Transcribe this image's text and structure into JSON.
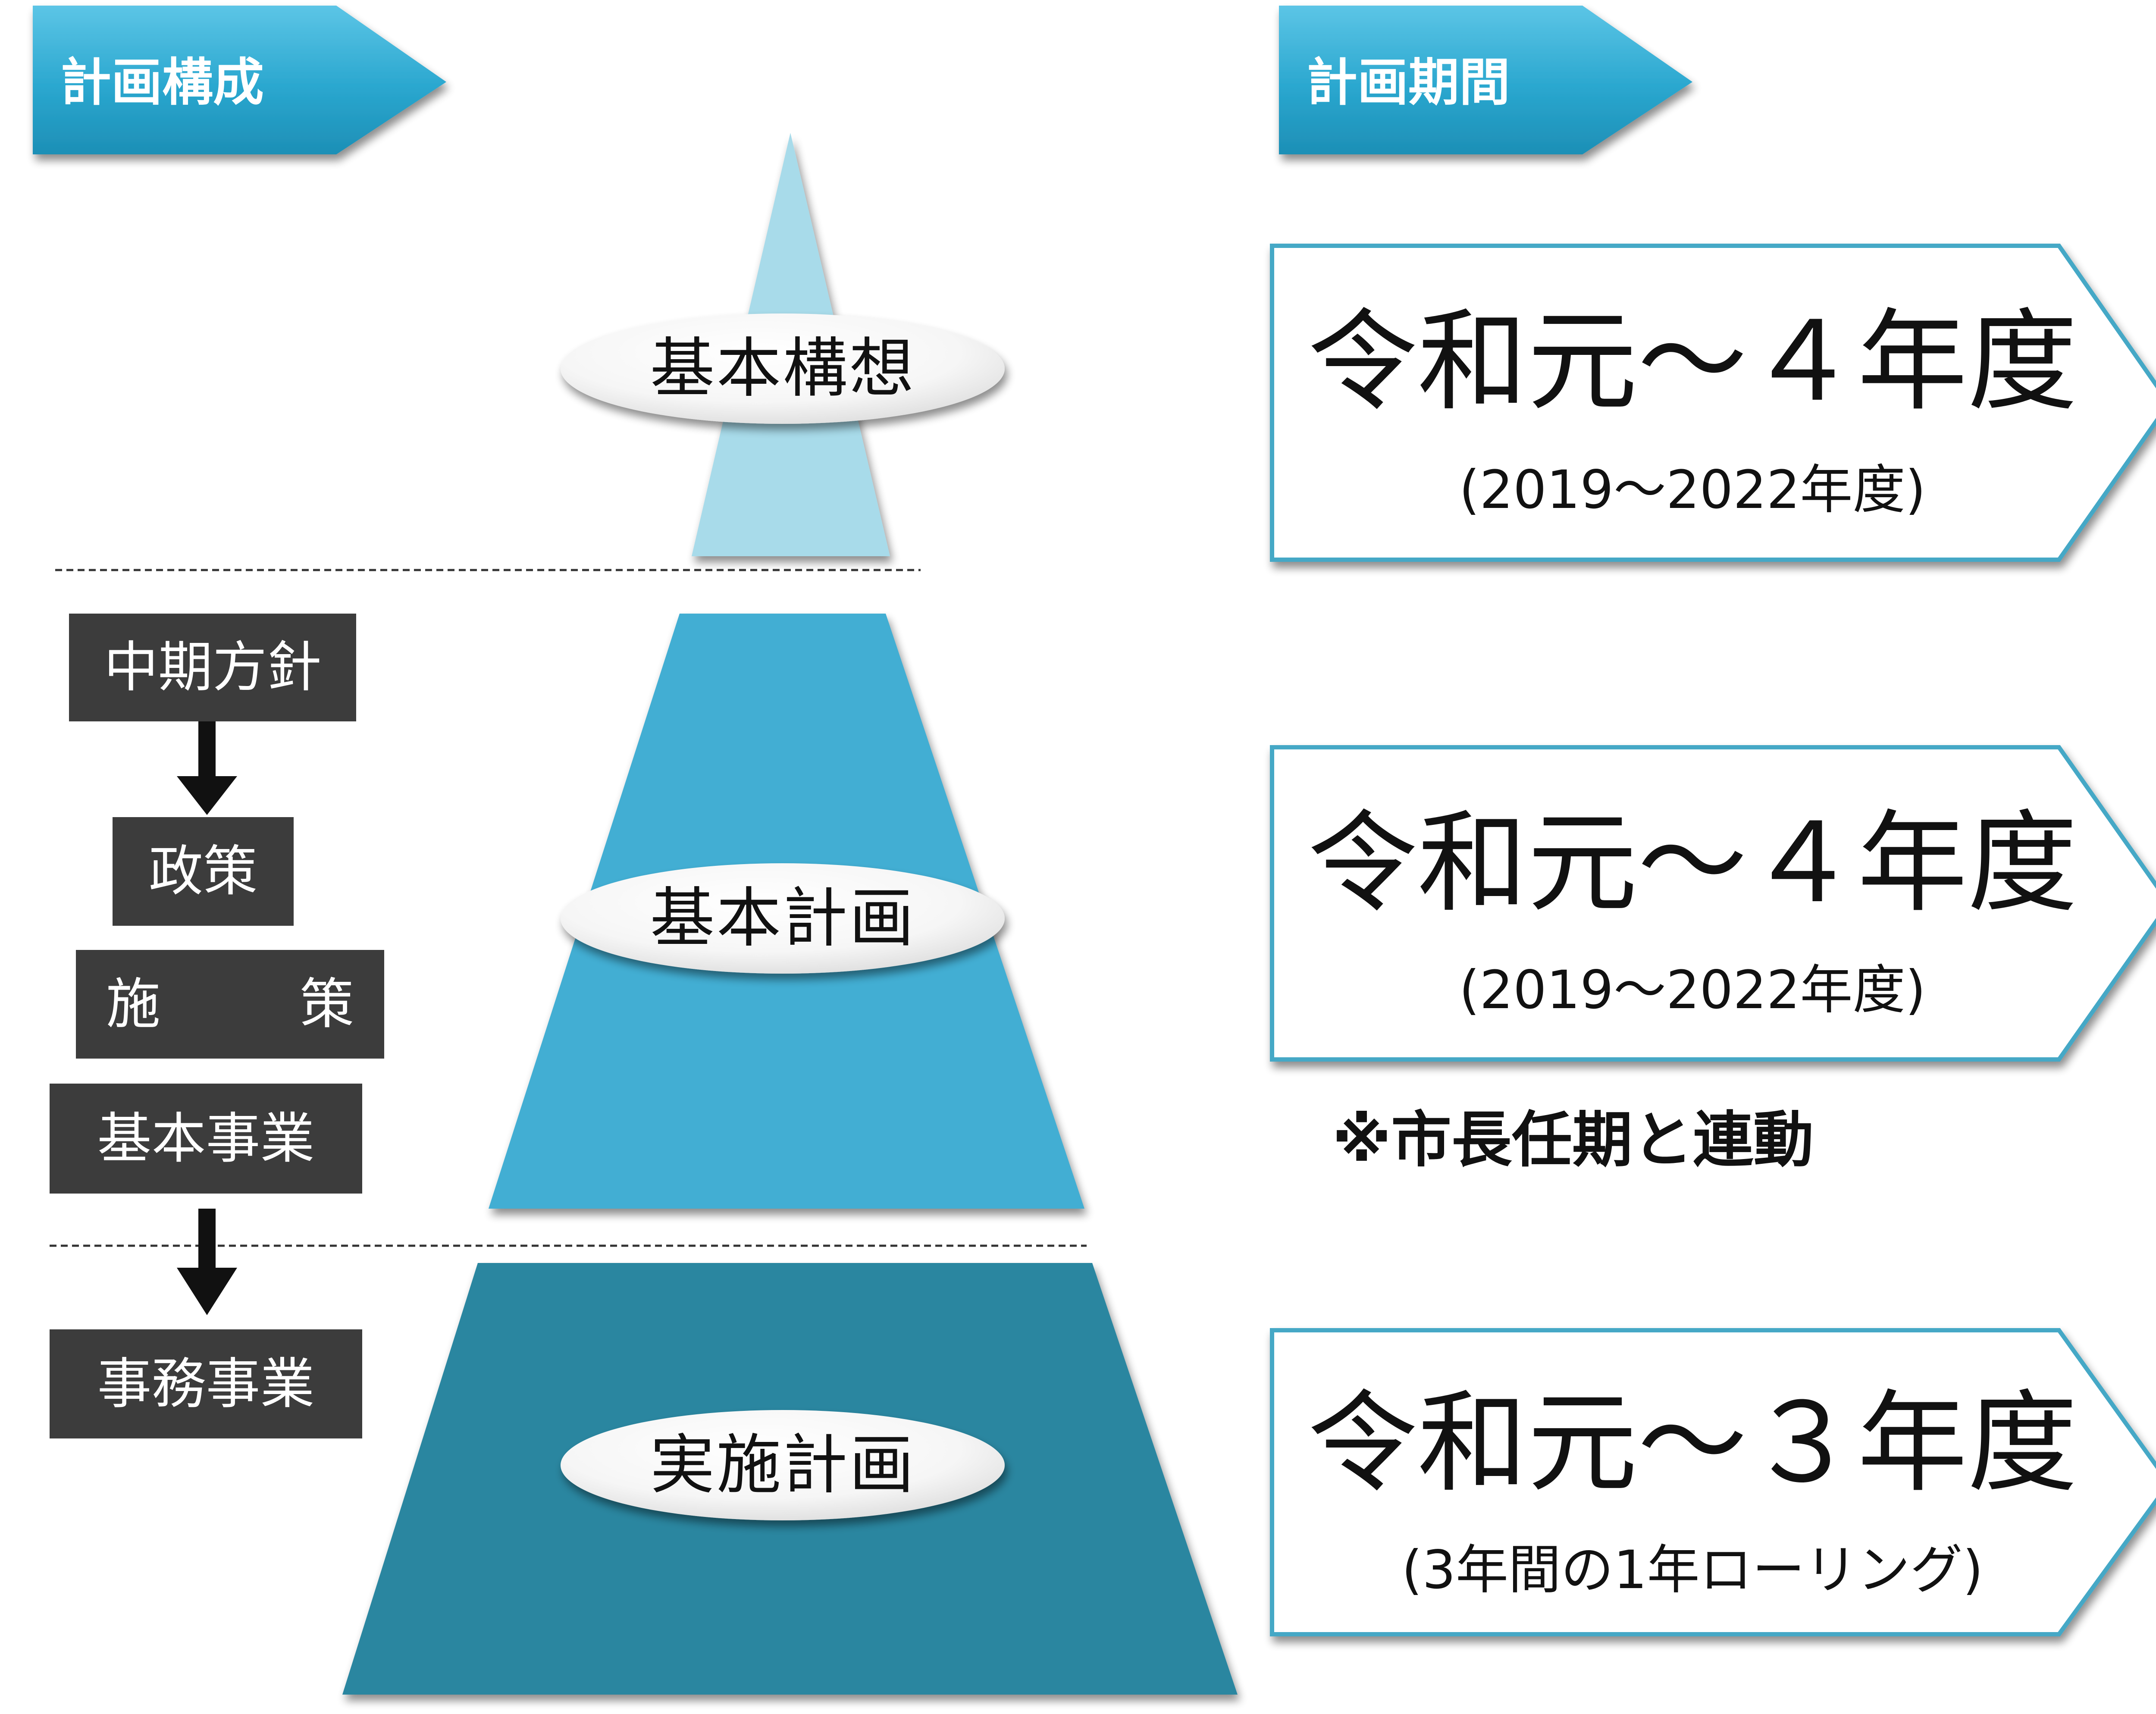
{
  "headers": {
    "structure": "計画構成",
    "period": "計画期間"
  },
  "tiers": [
    {
      "label": "基本構想",
      "color": "#a8dbea"
    },
    {
      "label": "基本計画",
      "color": "#42aed3"
    },
    {
      "label": "実施計画",
      "color": "#2b86a0"
    }
  ],
  "left_boxes": {
    "mid_policy": "中期方針",
    "policy": "政策",
    "measure_a": "施",
    "measure_b": "策",
    "basic_project": "基本事業",
    "admin_project": "事務事業"
  },
  "periods": [
    {
      "main": "令和元～４年度",
      "sub": "(2019～2022年度)"
    },
    {
      "main": "令和元～４年度",
      "sub": "(2019～2022年度)"
    },
    {
      "main": "令和元～３年度",
      "sub": "(3年間の1年ローリング)"
    }
  ],
  "note": "※市長任期と連動",
  "colors": {
    "header_chevron": "#2aa7cf",
    "period_border": "#45a8c6",
    "dark_box": "#3c3c3c",
    "arrow": "#111111"
  }
}
